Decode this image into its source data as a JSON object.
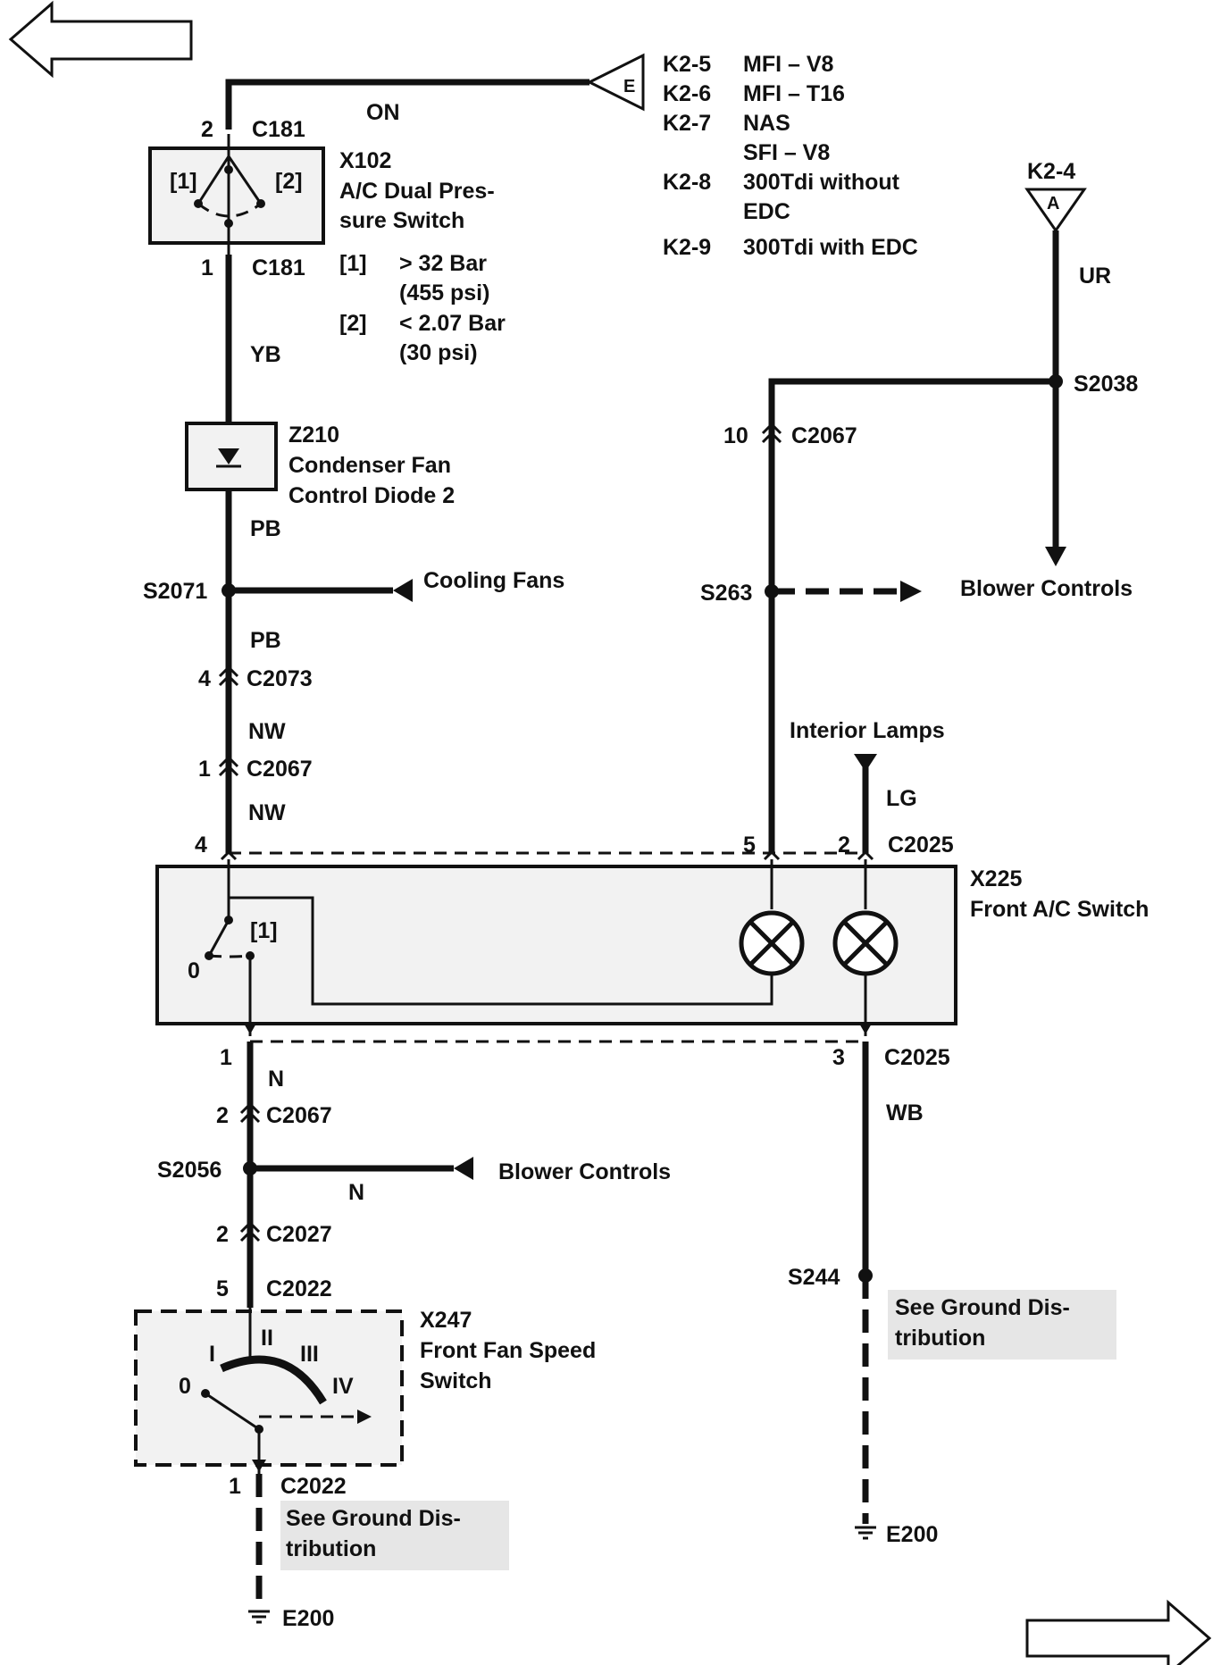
{
  "nav": {
    "back_label": "",
    "forward_label": ""
  },
  "top": {
    "wire_on": "ON",
    "connector_E": "E",
    "connector_A": "A",
    "k2_4": "K2-4",
    "wire_ur": "UR",
    "k_list": [
      {
        "pin": "K2-5",
        "desc": "MFI – V8"
      },
      {
        "pin": "K2-6",
        "desc": "MFI – T16"
      },
      {
        "pin": "K2-7",
        "desc": "NAS"
      },
      {
        "pin": "",
        "desc": "SFI – V8"
      },
      {
        "pin": "K2-8",
        "desc": "300Tdi without"
      },
      {
        "pin": "",
        "desc": "EDC"
      },
      {
        "pin": "K2-9",
        "desc": "300Tdi with EDC"
      }
    ]
  },
  "x102": {
    "pin_top": "2",
    "conn_top": "C181",
    "pin_bottom": "1",
    "conn_bottom": "C181",
    "id": "X102",
    "name_line1": "A/C Dual Pres-",
    "name_line2": "sure Switch",
    "contact1": "[1]",
    "contact2": "[2]",
    "note1_tag": "[1]",
    "note1_line1": "> 32 Bar",
    "note1_line2": "(455 psi)",
    "note2_tag": "[2]",
    "note2_line1": "< 2.07 Bar",
    "note2_line2": "(30 psi)"
  },
  "left_chain": {
    "wire_yb": "YB",
    "z210_id": "Z210",
    "z210_line1": "Condenser Fan",
    "z210_line2": "Control Diode 2",
    "wire_pb1": "PB",
    "s2071": "S2071",
    "cooling_fans": "Cooling Fans",
    "wire_pb2": "PB",
    "c2073_pin": "4",
    "c2073": "C2073",
    "wire_nw1": "NW",
    "c2067_pin": "1",
    "c2067": "C2067",
    "wire_nw2": "NW",
    "x225_pin4": "4"
  },
  "right_chain": {
    "s2038": "S2038",
    "c2067_pin": "10",
    "c2067": "C2067",
    "s263": "S263",
    "blower_controls": "Blower Controls",
    "interior_lamps": "Interior Lamps",
    "wire_lg": "LG",
    "pin5": "5",
    "pin2": "2",
    "c2025": "C2025"
  },
  "x225": {
    "id": "X225",
    "name": "Front A/C Switch",
    "contact": "[1]",
    "pos0": "0",
    "pin1": "1",
    "pin3": "3",
    "c2025_bottom": "C2025"
  },
  "bottom_left": {
    "wire_n1": "N",
    "c2067_pin": "2",
    "c2067": "C2067",
    "s2056": "S2056",
    "wire_n2": "N",
    "blower_controls": "Blower Controls",
    "c2027_pin": "2",
    "c2027": "C2027",
    "c2022_pin_top": "5",
    "c2022_top": "C2022",
    "x247_id": "X247",
    "x247_line1": "Front Fan Speed",
    "x247_line2": "Switch",
    "speed_0": "0",
    "speed_I": "I",
    "speed_II": "II",
    "speed_III": "III",
    "speed_IV": "IV",
    "c2022_pin_bottom": "1",
    "c2022_bottom": "C2022",
    "ground_line1": "See Ground Dis-",
    "ground_line2": "tribution",
    "e200": "E200"
  },
  "bottom_right": {
    "wire_wb": "WB",
    "s244": "S244",
    "ground_line1": "See Ground Dis-",
    "ground_line2": "tribution",
    "e200": "E200"
  }
}
